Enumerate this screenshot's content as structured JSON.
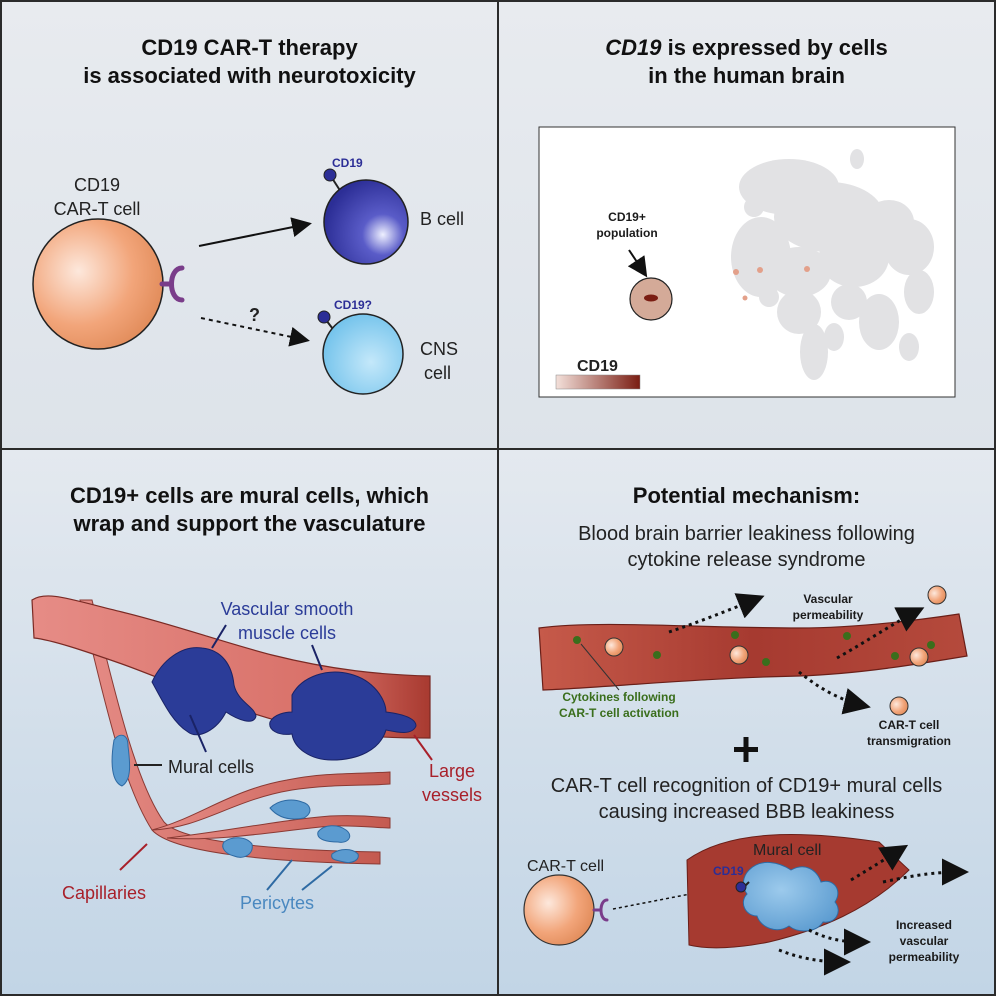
{
  "panel_a": {
    "title_line1": "CD19 CAR-T therapy",
    "title_line2": "is associated with neurotoxicity",
    "cart_label_line1": "CD19",
    "cart_label_line2": "CAR-T cell",
    "bcell_antigen": "CD19",
    "bcell_label": "B cell",
    "question_mark": "?",
    "cns_antigen": "CD19?",
    "cns_label_line1": "CNS",
    "cns_label_line2": "cell"
  },
  "panel_b": {
    "title_italic": "CD19",
    "title_line1_rest": " is expressed by cells",
    "title_line2": "in the human brain",
    "population_line1": "CD19+",
    "population_line2": "population",
    "legend_label": "CD19"
  },
  "panel_c": {
    "title_line1": "CD19+ cells are mural cells, which",
    "title_line2": "wrap and support the vasculature",
    "vsmc_line1": "Vascular smooth",
    "vsmc_line2": "muscle cells",
    "mural_label": "Mural cells",
    "large_line1": "Large",
    "large_line2": "vessels",
    "capillaries": "Capillaries",
    "pericytes": "Pericytes"
  },
  "panel_d": {
    "title": "Potential mechanism:",
    "subtitle_line1": "Blood brain barrier leakiness following",
    "subtitle_line2": "cytokine release syndrome",
    "vascular_perm_line1": "Vascular",
    "vascular_perm_line2": "permeability",
    "cytokines_line1": "Cytokines following",
    "cytokines_line2": "CAR-T cell activation",
    "transmig_line1": "CAR-T cell",
    "transmig_line2": "transmigration",
    "plus": "+",
    "recog_line1": "CAR-T cell recognition of CD19+ mural cells",
    "recog_line2": "causing increased BBB leakiness",
    "cart_label": "CAR-T cell",
    "cd19": "CD19",
    "mural_cell": "Mural cell",
    "incr_line1": "Increased",
    "incr_line2": "vascular",
    "incr_line3": "permeability"
  },
  "colors": {
    "panel_top": "#e7eaee",
    "panel_bottom": "#c3d6e7",
    "cart_orange": "#ee9a68",
    "bcell_blue": "#3336a0",
    "cns_blue": "#6cc0ea",
    "vessel_red": "#a63a30",
    "vessel_pink": "#e0807a",
    "mural_blue": "#2a3d96",
    "pericyte_blue": "#5b9bd0",
    "label_red": "#a8202a",
    "cytokine_green": "#3a6e1c",
    "receptor_purple": "#7a3d8a"
  }
}
